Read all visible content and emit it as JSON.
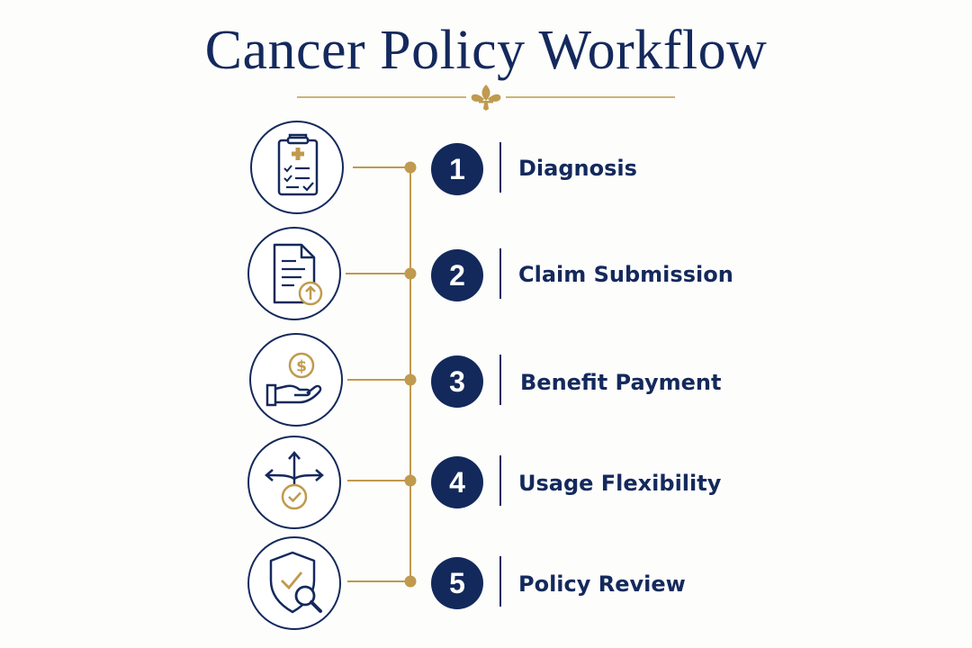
{
  "title": "Cancer Policy Workflow",
  "colors": {
    "navy": "#14295c",
    "gold": "#c09a4e",
    "background": "#fdfdfc"
  },
  "divider_ornament": "fleur-de-lis-icon",
  "steps": [
    {
      "number": "1",
      "label": "Diagnosis",
      "icon": "medical-clipboard-icon"
    },
    {
      "number": "2",
      "label": "Claim Submission",
      "icon": "document-upload-icon"
    },
    {
      "number": "3",
      "label": "Benefit Payment",
      "icon": "hand-coin-icon"
    },
    {
      "number": "4",
      "label": "Usage Flexibility",
      "icon": "split-arrows-check-icon"
    },
    {
      "number": "5",
      "label": "Policy Review",
      "icon": "shield-check-magnifier-icon"
    }
  ]
}
